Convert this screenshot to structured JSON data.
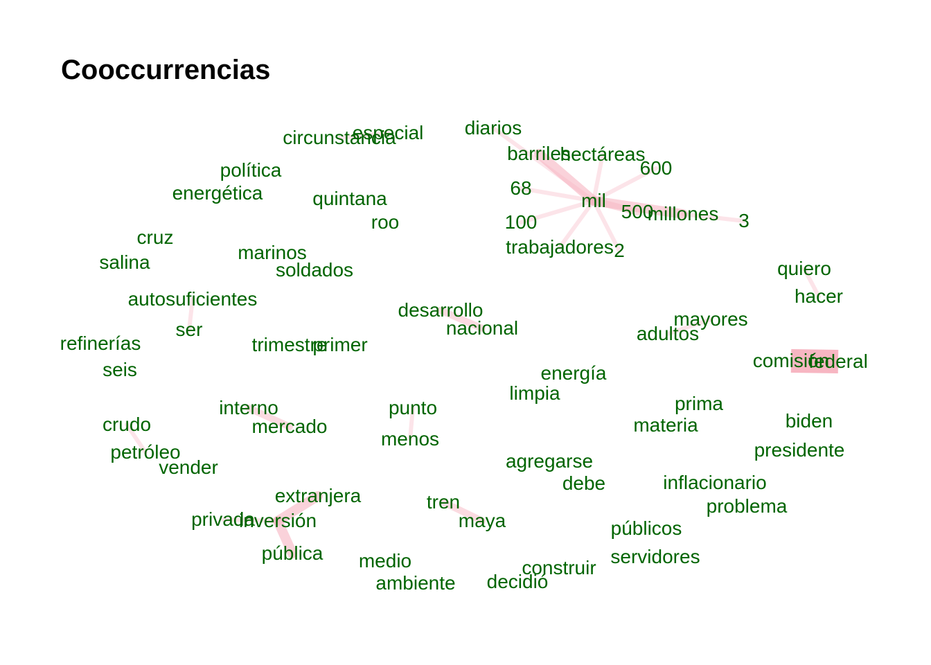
{
  "title": "Cooccurrencias",
  "colors": {
    "label": "#006400",
    "edge": "#f7b6c2",
    "background": "#ffffff"
  },
  "chart_data": {
    "type": "network",
    "nodes": [
      "circunstancia",
      "especial",
      "diarios",
      "barriles",
      "hectáreas",
      "600",
      "68",
      "mil",
      "500",
      "millones",
      "3",
      "100",
      "trabajadores",
      "2",
      "política",
      "energética",
      "quintana",
      "roo",
      "cruz",
      "salina",
      "marinos",
      "soldados",
      "autosuficientes",
      "ser",
      "refinerías",
      "seis",
      "trimestre",
      "primer",
      "desarrollo",
      "nacional",
      "quiero",
      "hacer",
      "mayores",
      "adultos",
      "comisión",
      "federal",
      "energía",
      "limpia",
      "interno",
      "mercado",
      "punto",
      "menos",
      "crudo",
      "petróleo",
      "vender",
      "prima",
      "materia",
      "biden",
      "presidente",
      "agregarse",
      "debe",
      "inflacionario",
      "problema",
      "extranjera",
      "privada",
      "inversión",
      "pública",
      "tren",
      "maya",
      "públicos",
      "servidores",
      "medio",
      "ambiente",
      "construir",
      "decidió"
    ],
    "edges": [
      {
        "from": "mil",
        "to": "barriles",
        "weight": 3
      },
      {
        "from": "mil",
        "to": "millones",
        "weight": 3
      },
      {
        "from": "mil",
        "to": "hectáreas",
        "weight": 1
      },
      {
        "from": "mil",
        "to": "600",
        "weight": 1
      },
      {
        "from": "mil",
        "to": "68",
        "weight": 1
      },
      {
        "from": "mil",
        "to": "100",
        "weight": 1
      },
      {
        "from": "mil",
        "to": "trabajadores",
        "weight": 1
      },
      {
        "from": "mil",
        "to": "2",
        "weight": 1
      },
      {
        "from": "mil",
        "to": "500",
        "weight": 2
      },
      {
        "from": "mil",
        "to": "diarios",
        "weight": 1
      },
      {
        "from": "millones",
        "to": "3",
        "weight": 1
      },
      {
        "from": "circunstancia",
        "to": "especial",
        "weight": 1
      },
      {
        "from": "quiero",
        "to": "hacer",
        "weight": 1
      },
      {
        "from": "comisión",
        "to": "federal",
        "weight": 5
      },
      {
        "from": "inversión",
        "to": "extranjera",
        "weight": 3
      },
      {
        "from": "inversión",
        "to": "pública",
        "weight": 3
      },
      {
        "from": "inversión",
        "to": "privada",
        "weight": 1
      },
      {
        "from": "tren",
        "to": "maya",
        "weight": 2
      },
      {
        "from": "interno",
        "to": "mercado",
        "weight": 2
      },
      {
        "from": "desarrollo",
        "to": "nacional",
        "weight": 2
      },
      {
        "from": "punto",
        "to": "menos",
        "weight": 1
      },
      {
        "from": "crudo",
        "to": "petróleo",
        "weight": 1
      },
      {
        "from": "autosuficientes",
        "to": "ser",
        "weight": 1
      },
      {
        "from": "mayores",
        "to": "adultos",
        "weight": 1
      }
    ]
  }
}
